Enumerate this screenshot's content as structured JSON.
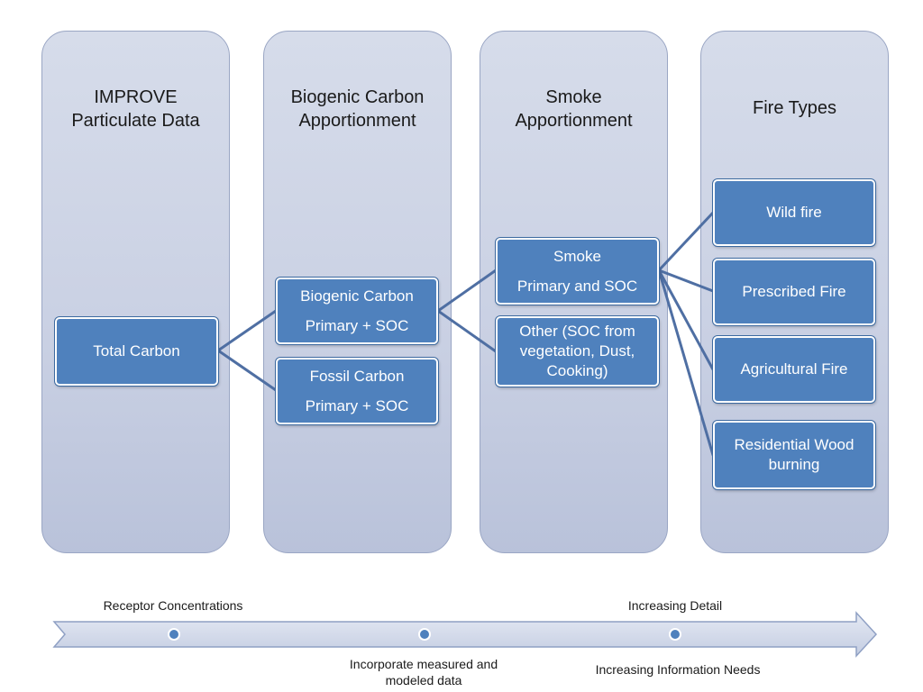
{
  "columns": [
    {
      "title": "IMPROVE\nParticulate Data"
    },
    {
      "title": "Biogenic Carbon\nApportionment"
    },
    {
      "title": "Smoke\nApportionment"
    },
    {
      "title": "Fire Types"
    }
  ],
  "boxes": {
    "total_carbon": "Total Carbon",
    "biogenic_carbon": "Biogenic Carbon\nPrimary + SOC",
    "fossil_carbon": "Fossil Carbon\nPrimary + SOC",
    "smoke": "Smoke\nPrimary and SOC",
    "other": "Other (SOC from\nvegetation, Dust,\nCooking)",
    "wild_fire": "Wild fire",
    "prescribed_fire": "Prescribed Fire",
    "agricultural_fire": "Agricultural Fire",
    "residential_wood": "Residential Wood\nburning"
  },
  "timeline": {
    "label_receptor": "Receptor Concentrations",
    "label_incorporate": "Incorporate  measured and\nmodeled data",
    "label_increasing_detail": "Increasing Detail",
    "label_information_needs": "Increasing Information Needs"
  },
  "colors": {
    "box_fill": "#4f81bd",
    "column_fill": "#c9d0e3",
    "connector": "#4f6fa3",
    "arrow_fill": "#d3dbea"
  }
}
